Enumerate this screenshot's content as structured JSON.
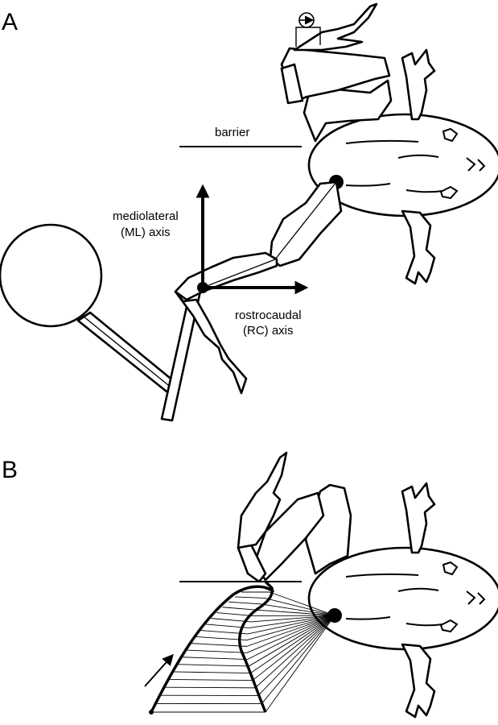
{
  "panels": {
    "a": {
      "letter": "A",
      "barrier_label": "barrier",
      "ml_axis_label_line1": "mediolateral",
      "ml_axis_label_line2": "(ML) axis",
      "rc_axis_label_line1": "rostrocaudal",
      "rc_axis_label_line2": "(RC) axis"
    },
    "b": {
      "letter": "B"
    }
  },
  "colors": {
    "ink": "#000000",
    "background": "#ffffff"
  }
}
